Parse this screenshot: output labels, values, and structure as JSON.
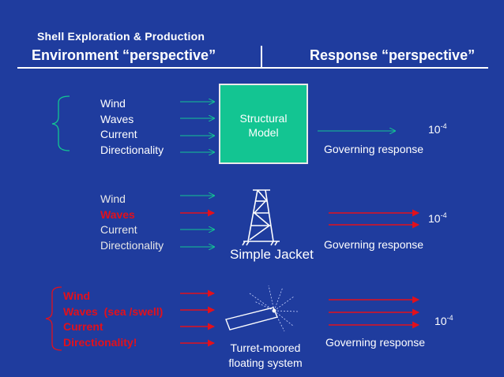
{
  "header": {
    "brand": "Shell Exploration & Production",
    "left_title": "Environment “perspective”",
    "right_title": "Response “perspective”"
  },
  "row1": {
    "labels": [
      "Wind",
      "Waves",
      "Current",
      "Directionality"
    ],
    "box_label_line1": "Structural",
    "box_label_line2": "Model",
    "response": "Governing response",
    "exp_base": "10",
    "exp_power": "-4"
  },
  "row2": {
    "labels": [
      "Wind",
      "Waves",
      "Current",
      "Directionality"
    ],
    "model_label": "Simple Jacket",
    "response": "Governing response",
    "exp_base": "10",
    "exp_power": "-4"
  },
  "row3": {
    "labels": [
      "Wind",
      "Waves  (sea /swell)",
      "Current",
      "Directionality!"
    ],
    "caption_line1": "Turret-moored",
    "caption_line2": "floating system",
    "response": "Governing response",
    "exp_base": "10",
    "exp_power": "-4"
  },
  "colors": {
    "background": "#1f3c9e",
    "green_arrow": "#13c592",
    "red_arrow": "#e3101b",
    "box": "#13c592"
  }
}
